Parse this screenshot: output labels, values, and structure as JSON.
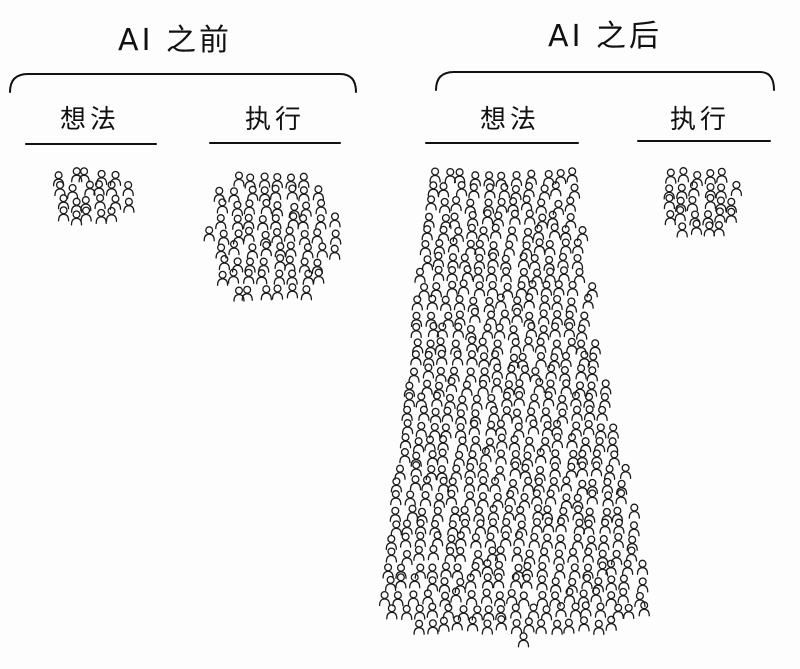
{
  "before": {
    "title": "AI 之前",
    "idea_label": "想法",
    "exec_label": "执行"
  },
  "after": {
    "title": "AI 之后",
    "idea_label": "想法",
    "exec_label": "执行"
  }
}
